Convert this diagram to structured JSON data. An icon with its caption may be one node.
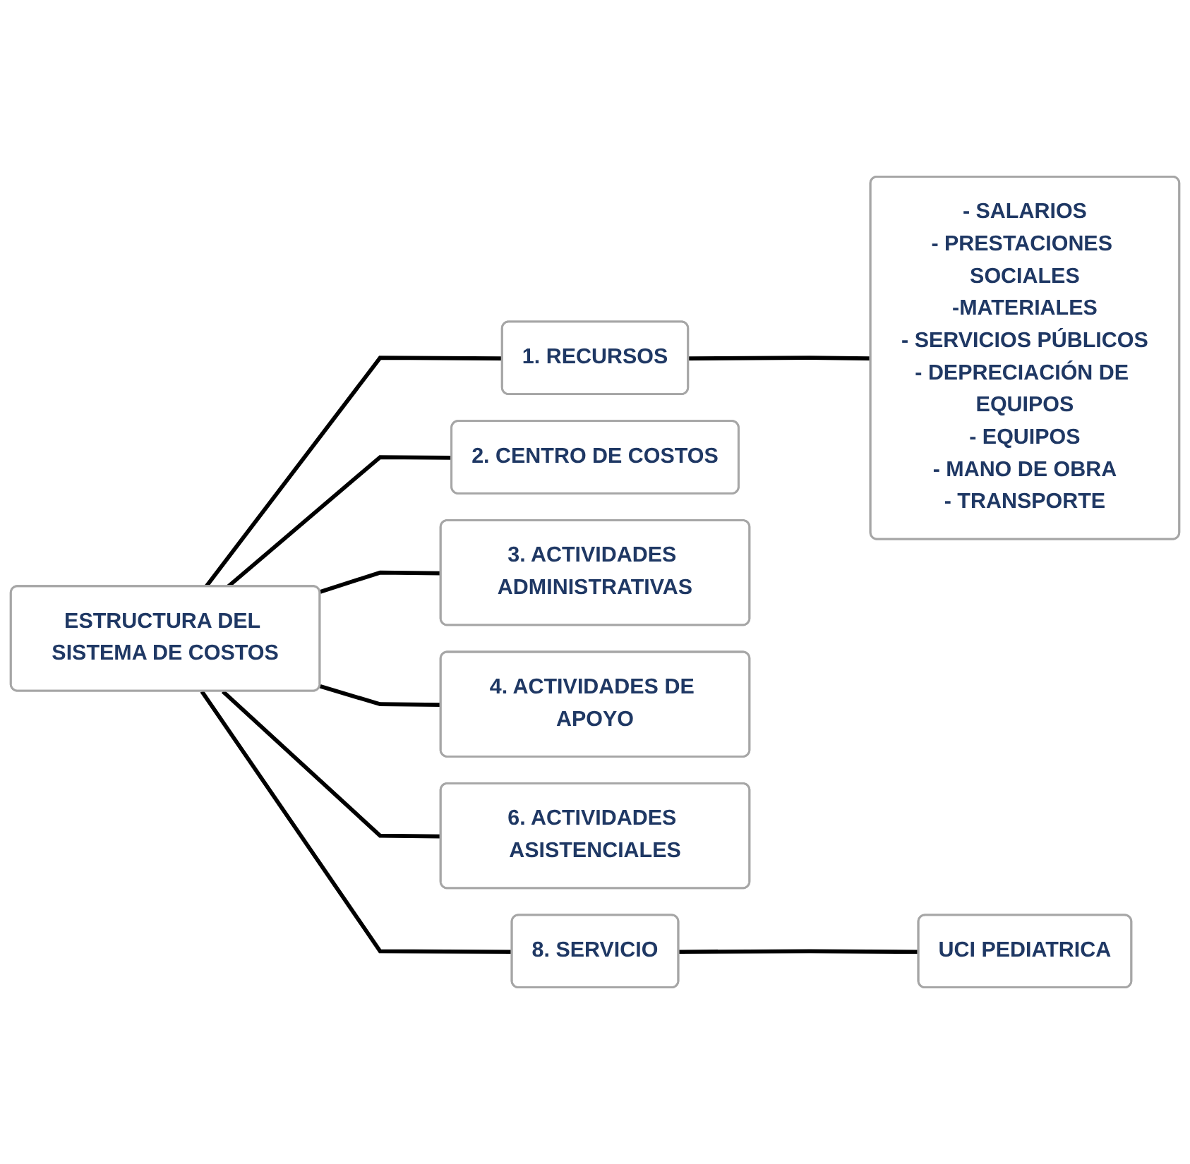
{
  "diagram": {
    "nodes": [
      {
        "text": [
          "ESTRUCTURA DEL SISTEMA DE COSTOS"
        ]
      },
      {
        "text": [
          "1. RECURSOS"
        ]
      },
      {
        "text": [
          "2. CENTRO DE COSTOS"
        ]
      },
      {
        "text": [
          "3. ACTIVIDADES ADMINISTRATIVAS"
        ]
      },
      {
        "text": [
          "4. ACTIVIDADES DE APOYO"
        ]
      },
      {
        "text": [
          "6. ACTIVIDADES ASISTENCIALES"
        ]
      },
      {
        "text": [
          "8. SERVICIO"
        ]
      },
      {
        "text": [
          "- SALARIOS",
          "- PRESTACIONES SOCIALES",
          "-MATERIALES",
          "- SERVICIOS PÚBLICOS",
          "- DEPRECIACIÓN DE EQUIPOS",
          "- EQUIPOS",
          "- MANO DE OBRA",
          "- TRANSPORTE"
        ]
      },
      {
        "text": [
          "UCI PEDIATRICA"
        ]
      }
    ],
    "edges": [
      {
        "from": 0,
        "to": 1,
        "arrow": "none"
      },
      {
        "from": 0,
        "to": 2,
        "arrow": "none"
      },
      {
        "from": 0,
        "to": 3,
        "arrow": "none"
      },
      {
        "from": 0,
        "to": 4,
        "arrow": "none"
      },
      {
        "from": 0,
        "to": 5,
        "arrow": "none"
      },
      {
        "from": 0,
        "to": 6,
        "arrow": "none"
      },
      {
        "from": 1,
        "to": 7,
        "arrow": "none"
      },
      {
        "from": 6,
        "to": 8,
        "arrow": "none"
      }
    ]
  }
}
